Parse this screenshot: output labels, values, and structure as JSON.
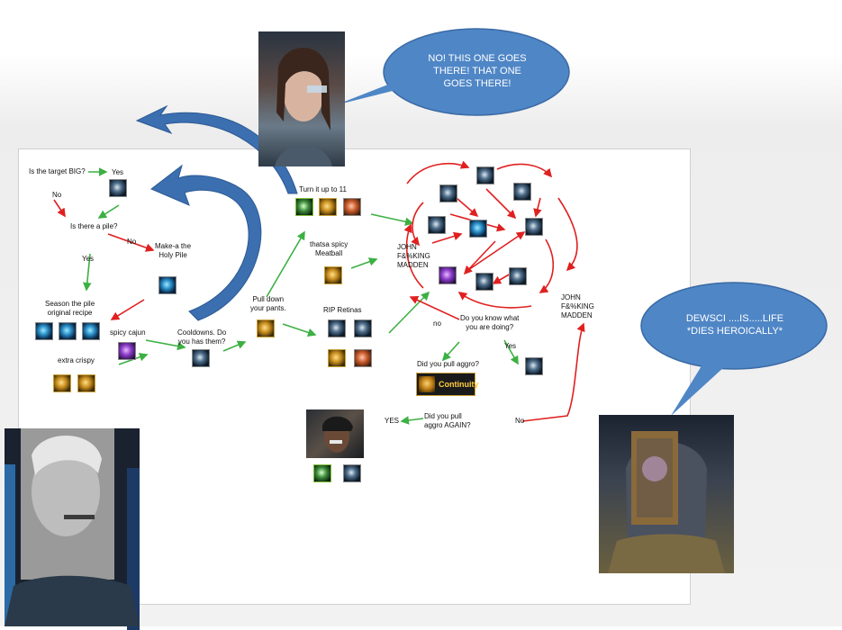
{
  "flowchart": {
    "is_target_big": "Is the target BIG?",
    "yes_1": "Yes",
    "no_1": "No",
    "is_there_pile": "Is there a pile?",
    "no_2": "No",
    "yes_2": "Yes",
    "make_holy_pile": "Make-a the\nHoly Pile",
    "season_pile": "Season the pile\noriginal recipe",
    "spicy_cajun": "spicy cajun",
    "extra_crispy": "extra crispy",
    "cooldowns": "Cooldowns. Do\nyou has them?",
    "pull_down_pants": "Pull down\nyour pants.",
    "turn_it_up": "Turn it up to 11",
    "spicy_meatball": "thatsa spicy\nMeatball",
    "rip_retinas": "RIP Retinas",
    "john_madden_1": "JOHN\nF&%KING\nMADDEN",
    "john_madden_2": "JOHN\nF&%KING\nMADDEN",
    "do_you_know": "Do you know what\nyou are doing?",
    "no_3": "no",
    "yes_3": "Yes",
    "did_you_pull_aggro": "Did you pull aggro?",
    "continuity": "Continuity",
    "did_you_pull_again": "Did you pull\naggro AGAIN?",
    "yes_4": "YES",
    "no_4": "No"
  },
  "speech_bubbles": {
    "top": "NO! THIS ONE GOES\nTHERE! THAT ONE\nGOES THERE!",
    "right": "DEWSCI ....IS.....LIFE\n*DIES HEROICALLY*"
  },
  "colors": {
    "arrow_green": "#3cb043",
    "arrow_red": "#e02020",
    "arrow_blue": "#3b6fb0",
    "bubble_blue": "#4f86c6"
  }
}
